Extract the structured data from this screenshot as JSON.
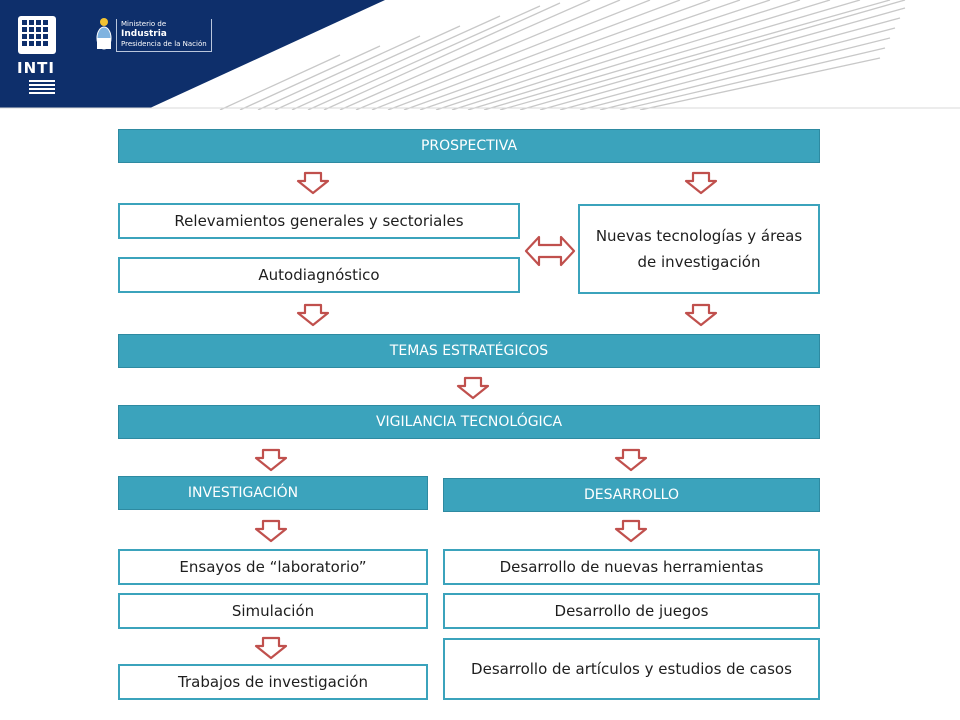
{
  "header": {
    "logo_text": "INTI",
    "ministerio_line1": "Ministerio de",
    "ministerio_line2": "Industria",
    "ministerio_line3": "Presidencia de la Nación"
  },
  "diagram": {
    "prospectiva": "PROSPECTIVA",
    "relevamientos": "Relevamientos generales y sectoriales",
    "autodiagnostico": "Autodiagnóstico",
    "nuevas_tecnologias": "Nuevas tecnologías y áreas de investigación",
    "temas_estrategicos": "TEMAS ESTRATÉGICOS",
    "vigilancia": "VIGILANCIA TECNOLÓGICA",
    "investigacion": "INVESTIGACIÓN",
    "desarrollo": "DESARROLLO",
    "ensayos": "Ensayos de “laboratorio”",
    "simulacion": "Simulación",
    "trabajos": "Trabajos de investigación",
    "desarrollo_herramientas": "Desarrollo de nuevas herramientas",
    "desarrollo_juegos": "Desarrollo de juegos",
    "desarrollo_articulos": "Desarrollo de artículos y estudios de casos"
  },
  "colors": {
    "header_blue": "#0e2f6b",
    "bar_teal": "#3ba3bc",
    "arrow_red": "#c0504d"
  }
}
